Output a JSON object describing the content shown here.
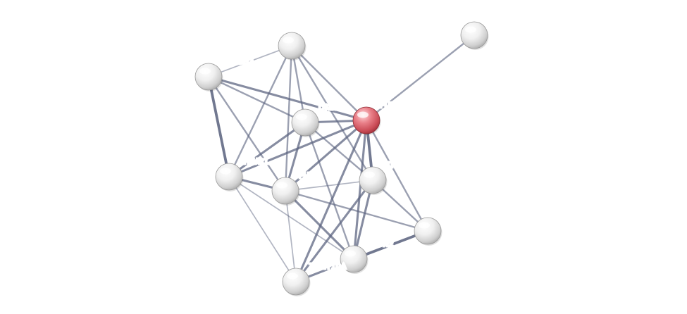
{
  "network": {
    "nodes": [
      {
        "id": "PUS1",
        "label": "PUS1",
        "query": true
      },
      {
        "id": "TSFM",
        "label": "TSFM",
        "query": false
      },
      {
        "id": "PUS10",
        "label": "PUS10",
        "query": false
      },
      {
        "id": "RPUSD2",
        "label": "RPUSD2",
        "query": false
      },
      {
        "id": "DKC1",
        "label": "DKC1",
        "query": false
      },
      {
        "id": "TRUB1",
        "label": "TRUB1",
        "query": false
      },
      {
        "id": "PUS7",
        "label": "PUS7",
        "query": false
      },
      {
        "id": "TRMT1",
        "label": "TRMT1",
        "query": false
      },
      {
        "id": "WDR4",
        "label": "WDR4",
        "query": false
      },
      {
        "id": "NSUN2",
        "label": "NSUN2",
        "query": false
      },
      {
        "id": "TRMT10A",
        "label": "TRMT10A",
        "query": false
      }
    ],
    "edges": [
      {
        "source": "PUS1",
        "target": "TSFM",
        "weight": 2
      },
      {
        "source": "PUS1",
        "target": "PUS10",
        "weight": 2
      },
      {
        "source": "PUS1",
        "target": "RPUSD2",
        "weight": 3
      },
      {
        "source": "PUS1",
        "target": "DKC1",
        "weight": 3
      },
      {
        "source": "PUS1",
        "target": "TRUB1",
        "weight": 3
      },
      {
        "source": "PUS1",
        "target": "PUS7",
        "weight": 3
      },
      {
        "source": "PUS1",
        "target": "TRMT1",
        "weight": 4
      },
      {
        "source": "PUS1",
        "target": "WDR4",
        "weight": 2
      },
      {
        "source": "PUS1",
        "target": "NSUN2",
        "weight": 3
      },
      {
        "source": "PUS1",
        "target": "TRMT10A",
        "weight": 3
      },
      {
        "source": "PUS10",
        "target": "RPUSD2",
        "weight": 1
      },
      {
        "source": "PUS10",
        "target": "DKC1",
        "weight": 2
      },
      {
        "source": "PUS10",
        "target": "TRUB1",
        "weight": 2
      },
      {
        "source": "PUS10",
        "target": "PUS7",
        "weight": 2
      },
      {
        "source": "PUS10",
        "target": "TRMT1",
        "weight": 2
      },
      {
        "source": "RPUSD2",
        "target": "DKC1",
        "weight": 2
      },
      {
        "source": "RPUSD2",
        "target": "TRUB1",
        "weight": 4
      },
      {
        "source": "RPUSD2",
        "target": "PUS7",
        "weight": 2
      },
      {
        "source": "DKC1",
        "target": "TRUB1",
        "weight": 3
      },
      {
        "source": "DKC1",
        "target": "PUS7",
        "weight": 3
      },
      {
        "source": "DKC1",
        "target": "TRMT1",
        "weight": 2
      },
      {
        "source": "DKC1",
        "target": "NSUN2",
        "weight": 2
      },
      {
        "source": "TRUB1",
        "target": "PUS7",
        "weight": 3
      },
      {
        "source": "TRUB1",
        "target": "NSUN2",
        "weight": 1
      },
      {
        "source": "TRUB1",
        "target": "TRMT10A",
        "weight": 1
      },
      {
        "source": "PUS7",
        "target": "TRMT1",
        "weight": 1
      },
      {
        "source": "PUS7",
        "target": "WDR4",
        "weight": 2
      },
      {
        "source": "PUS7",
        "target": "NSUN2",
        "weight": 3
      },
      {
        "source": "PUS7",
        "target": "TRMT10A",
        "weight": 1
      },
      {
        "source": "TRMT1",
        "target": "WDR4",
        "weight": 2
      },
      {
        "source": "TRMT1",
        "target": "NSUN2",
        "weight": 3
      },
      {
        "source": "TRMT1",
        "target": "TRMT10A",
        "weight": 3
      },
      {
        "source": "WDR4",
        "target": "NSUN2",
        "weight": 4
      },
      {
        "source": "NSUN2",
        "target": "TRMT10A",
        "weight": 3
      }
    ],
    "colors": {
      "query_node": "#d9606a",
      "node": "#e6e6e6",
      "edge": "#5c6480"
    }
  }
}
